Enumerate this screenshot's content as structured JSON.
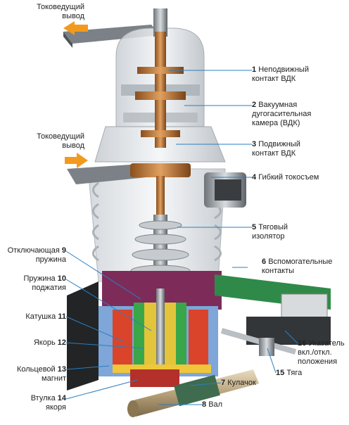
{
  "outputs": {
    "top_line1": "Токоведущий",
    "top_line2": "вывод",
    "mid_line1": "Токоведущий",
    "mid_line2": "вывод"
  },
  "labels": {
    "1": {
      "num": "1",
      "l1": "Неподвижный",
      "l2": "контакт ВДК"
    },
    "2": {
      "num": "2",
      "l1": "Вакуумная",
      "l2": "дугогасительная",
      "l3": "камера (ВДК)"
    },
    "3": {
      "num": "3",
      "l1": "Подвижный",
      "l2": "контакт ВДК"
    },
    "4": {
      "num": "4",
      "l1": "Гибкий токосъем"
    },
    "5": {
      "num": "5",
      "l1": "Тяговый",
      "l2": "изолятор"
    },
    "6": {
      "num": "6",
      "l1": "Вспомогательные",
      "l2": "контакты"
    },
    "7": {
      "num": "7",
      "l1": "Кулачок"
    },
    "8": {
      "num": "8",
      "l1": "Вал"
    },
    "9": {
      "num": "9",
      "l1": "Отключающая",
      "l2": "пружина"
    },
    "10": {
      "num": "10",
      "l1": "Пружина",
      "l2": "поджатия"
    },
    "11": {
      "num": "11",
      "l1": "Катушка"
    },
    "12": {
      "num": "12",
      "l1": "Якорь"
    },
    "13": {
      "num": "13",
      "l1": "Кольцевой",
      "l2": "магнит"
    },
    "14": {
      "num": "14",
      "l1": "Втулка",
      "l2": "якоря"
    },
    "15": {
      "num": "15",
      "l1": "Тяга"
    },
    "16": {
      "num": "16",
      "l1": "Указатель",
      "l2": "вкл./откл.",
      "l3": "положения"
    }
  },
  "colors": {
    "leader": "#2a7fc1",
    "arrow": "#f29a1e"
  }
}
